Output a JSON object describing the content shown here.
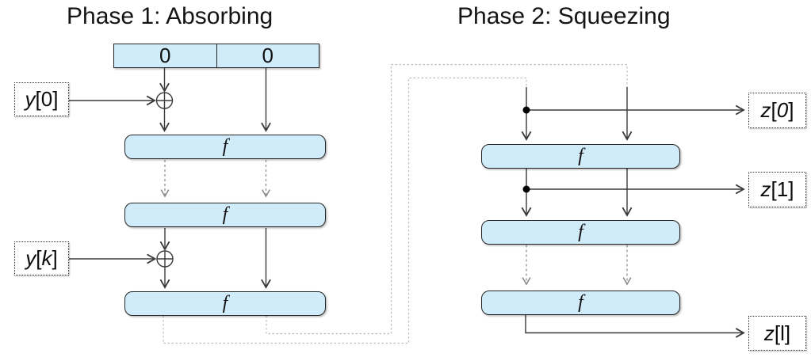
{
  "titles": {
    "phase1": "Phase 1: Absorbing",
    "phase2": "Phase 2: Squeezing"
  },
  "state_register": {
    "cells": [
      "0",
      "0"
    ]
  },
  "absorbing": {
    "f_labels": [
      "f",
      "f",
      "f"
    ]
  },
  "squeezing": {
    "f_labels": [
      "f",
      "f",
      "f"
    ]
  },
  "io_labels": {
    "y0": {
      "segments": [
        {
          "t": "y",
          "i": true
        },
        {
          "t": "[0]",
          "i": false
        }
      ]
    },
    "yk": {
      "segments": [
        {
          "t": "y",
          "i": true
        },
        {
          "t": "[",
          "i": false
        },
        {
          "t": "k",
          "i": true
        },
        {
          "t": "]",
          "i": false
        }
      ]
    },
    "z0": {
      "segments": [
        {
          "t": "z",
          "i": true
        },
        {
          "t": "[",
          "i": false
        },
        {
          "t": "0",
          "i": true
        },
        {
          "t": "]",
          "i": false
        }
      ]
    },
    "z1": {
      "segments": [
        {
          "t": "z",
          "i": true
        },
        {
          "t": "[1]",
          "i": false
        }
      ]
    },
    "zl": {
      "segments": [
        {
          "t": "z",
          "i": true
        },
        {
          "t": "[l]",
          "i": false
        }
      ]
    }
  },
  "icons": {
    "xor": "circled-plus",
    "junction": "filled-dot"
  },
  "colors": {
    "box_fill": "#d0ebf9",
    "box_border": "#262626",
    "arrow": "#3a3a3a",
    "repeat_arrow": "#8a8a8a",
    "loop_connector": "#bdbdbd"
  }
}
